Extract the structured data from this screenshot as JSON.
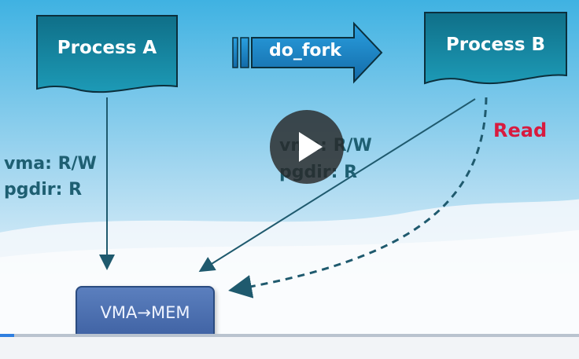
{
  "slide": {
    "process_a": "Process A",
    "process_b": "Process B",
    "fork_label": "do_fork",
    "left_vma": "vma: R/W",
    "left_pgdir": "pgdir: R",
    "mid_vma": "vma: R/W",
    "mid_pgdir": "pgdir: R",
    "read_label": "Read",
    "mem_box": "VMA→MEM"
  },
  "player": {
    "progress": 0.025,
    "icons": [
      "play-icon"
    ]
  },
  "colors": {
    "read": "#d81b3f",
    "label_text": "#1e5f72",
    "process_fill": "#1a8aa6",
    "arrow_fill": "#1e86c8",
    "mem_box": "#4a6db0",
    "progress": "#2f7fe0"
  }
}
